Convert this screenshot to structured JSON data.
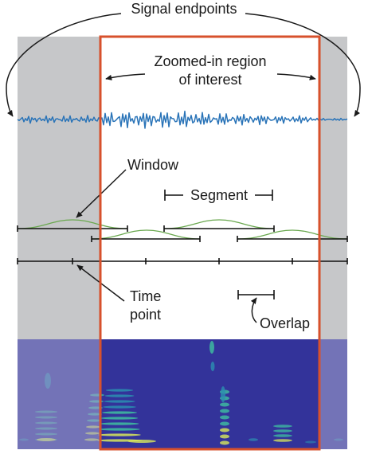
{
  "labels": {
    "signal_endpoints": "Signal endpoints",
    "zoom_line1": "Zoomed-in region",
    "zoom_line2": "of interest",
    "window": "Window",
    "segment": "Segment",
    "time_point_line1": "Time",
    "time_point_line2": "point",
    "overlap": "Overlap"
  },
  "colors": {
    "background": "#ffffff",
    "out_of_region_shade": "#c6c7c9",
    "zoom_box_border": "#d7512c",
    "waveform": "#2a74b8",
    "window_curve": "#6aa84f",
    "segment_bars": "#111111",
    "spectrogram_background": "#33339a",
    "spectrogram_dim_overlay": "#8080b8",
    "spectrogram_energy_low": "#2c8fb0",
    "spectrogram_energy_mid": "#3fc0a0",
    "spectrogram_energy_high": "#d8e85a"
  },
  "icons": {
    "annotation_arrow": "curved-arrow-icon",
    "bracket_marker": "interval-bracket-icon"
  }
}
